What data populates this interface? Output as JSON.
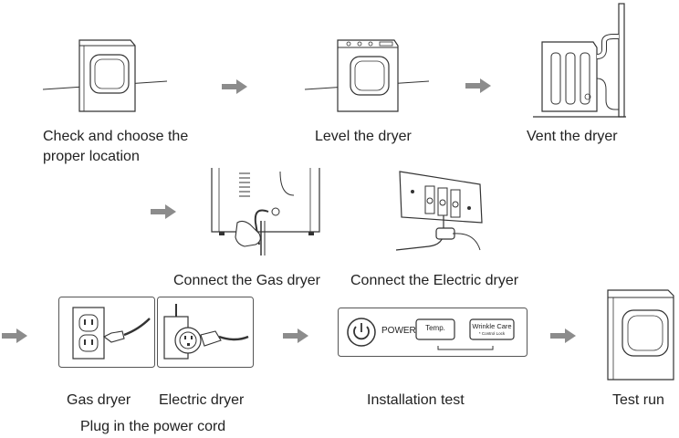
{
  "steps": {
    "location": "Check and choose the\nproper location",
    "level": "Level the dryer",
    "vent": "Vent the dryer",
    "gas": "Connect the Gas dryer",
    "electric": "Connect the Electric dryer",
    "gas_cord": "Gas dryer",
    "electric_cord": "Electric dryer",
    "plug": "Plug in the power cord",
    "test": "Installation test",
    "run": "Test run"
  },
  "panel": {
    "power": "POWER",
    "temp": "Temp.",
    "wrinkle": "Wrinkle Care",
    "control_lock": "* Control Lock"
  },
  "colors": {
    "arrow": "#8c8c8c",
    "line": "#333333"
  }
}
